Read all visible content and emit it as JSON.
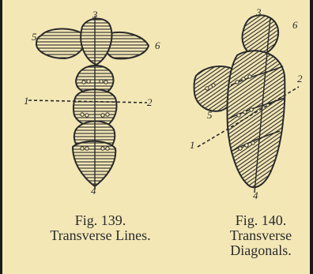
{
  "figures": [
    {
      "number": "Fig. 139.",
      "title": "Transverse Lines.",
      "labels": [
        "3",
        "5",
        "6",
        "1",
        "2",
        "4"
      ]
    },
    {
      "number": "Fig. 140.",
      "title_line1": "Transverse",
      "title_line2": "Diagonals.",
      "labels": [
        "3",
        "6",
        "2",
        "5",
        "1",
        "4"
      ]
    }
  ],
  "colors": {
    "paper": "#f3e7b6",
    "ink": "#2a2a2a",
    "border": "#1b1b1b"
  }
}
